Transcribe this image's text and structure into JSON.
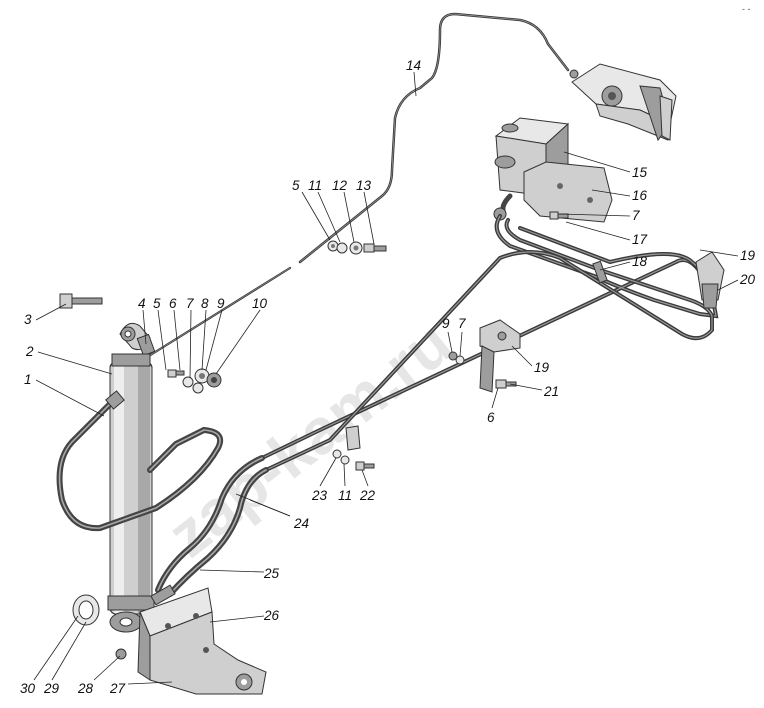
{
  "watermark": "zap-kam.ru",
  "corner_mark": "- -",
  "callouts": [
    "1",
    "2",
    "3",
    "4",
    "5",
    "6",
    "7",
    "8",
    "9",
    "10",
    "5",
    "11",
    "12",
    "13",
    "14",
    "15",
    "16",
    "7",
    "17",
    "18",
    "19",
    "20",
    "9",
    "7",
    "19",
    "21",
    "6",
    "23",
    "11",
    "22",
    "24",
    "25",
    "26",
    "30",
    "29",
    "28",
    "27"
  ],
  "part_icons": {
    "cylinder": "hydraulic-cylinder",
    "pump": "hand-pump",
    "lock": "cab-lock-mechanism",
    "bracket": "mounting-bracket"
  },
  "colors": {
    "line": "#222222",
    "metal": "#cfcfcf",
    "watermark": "#cfcfcf"
  }
}
